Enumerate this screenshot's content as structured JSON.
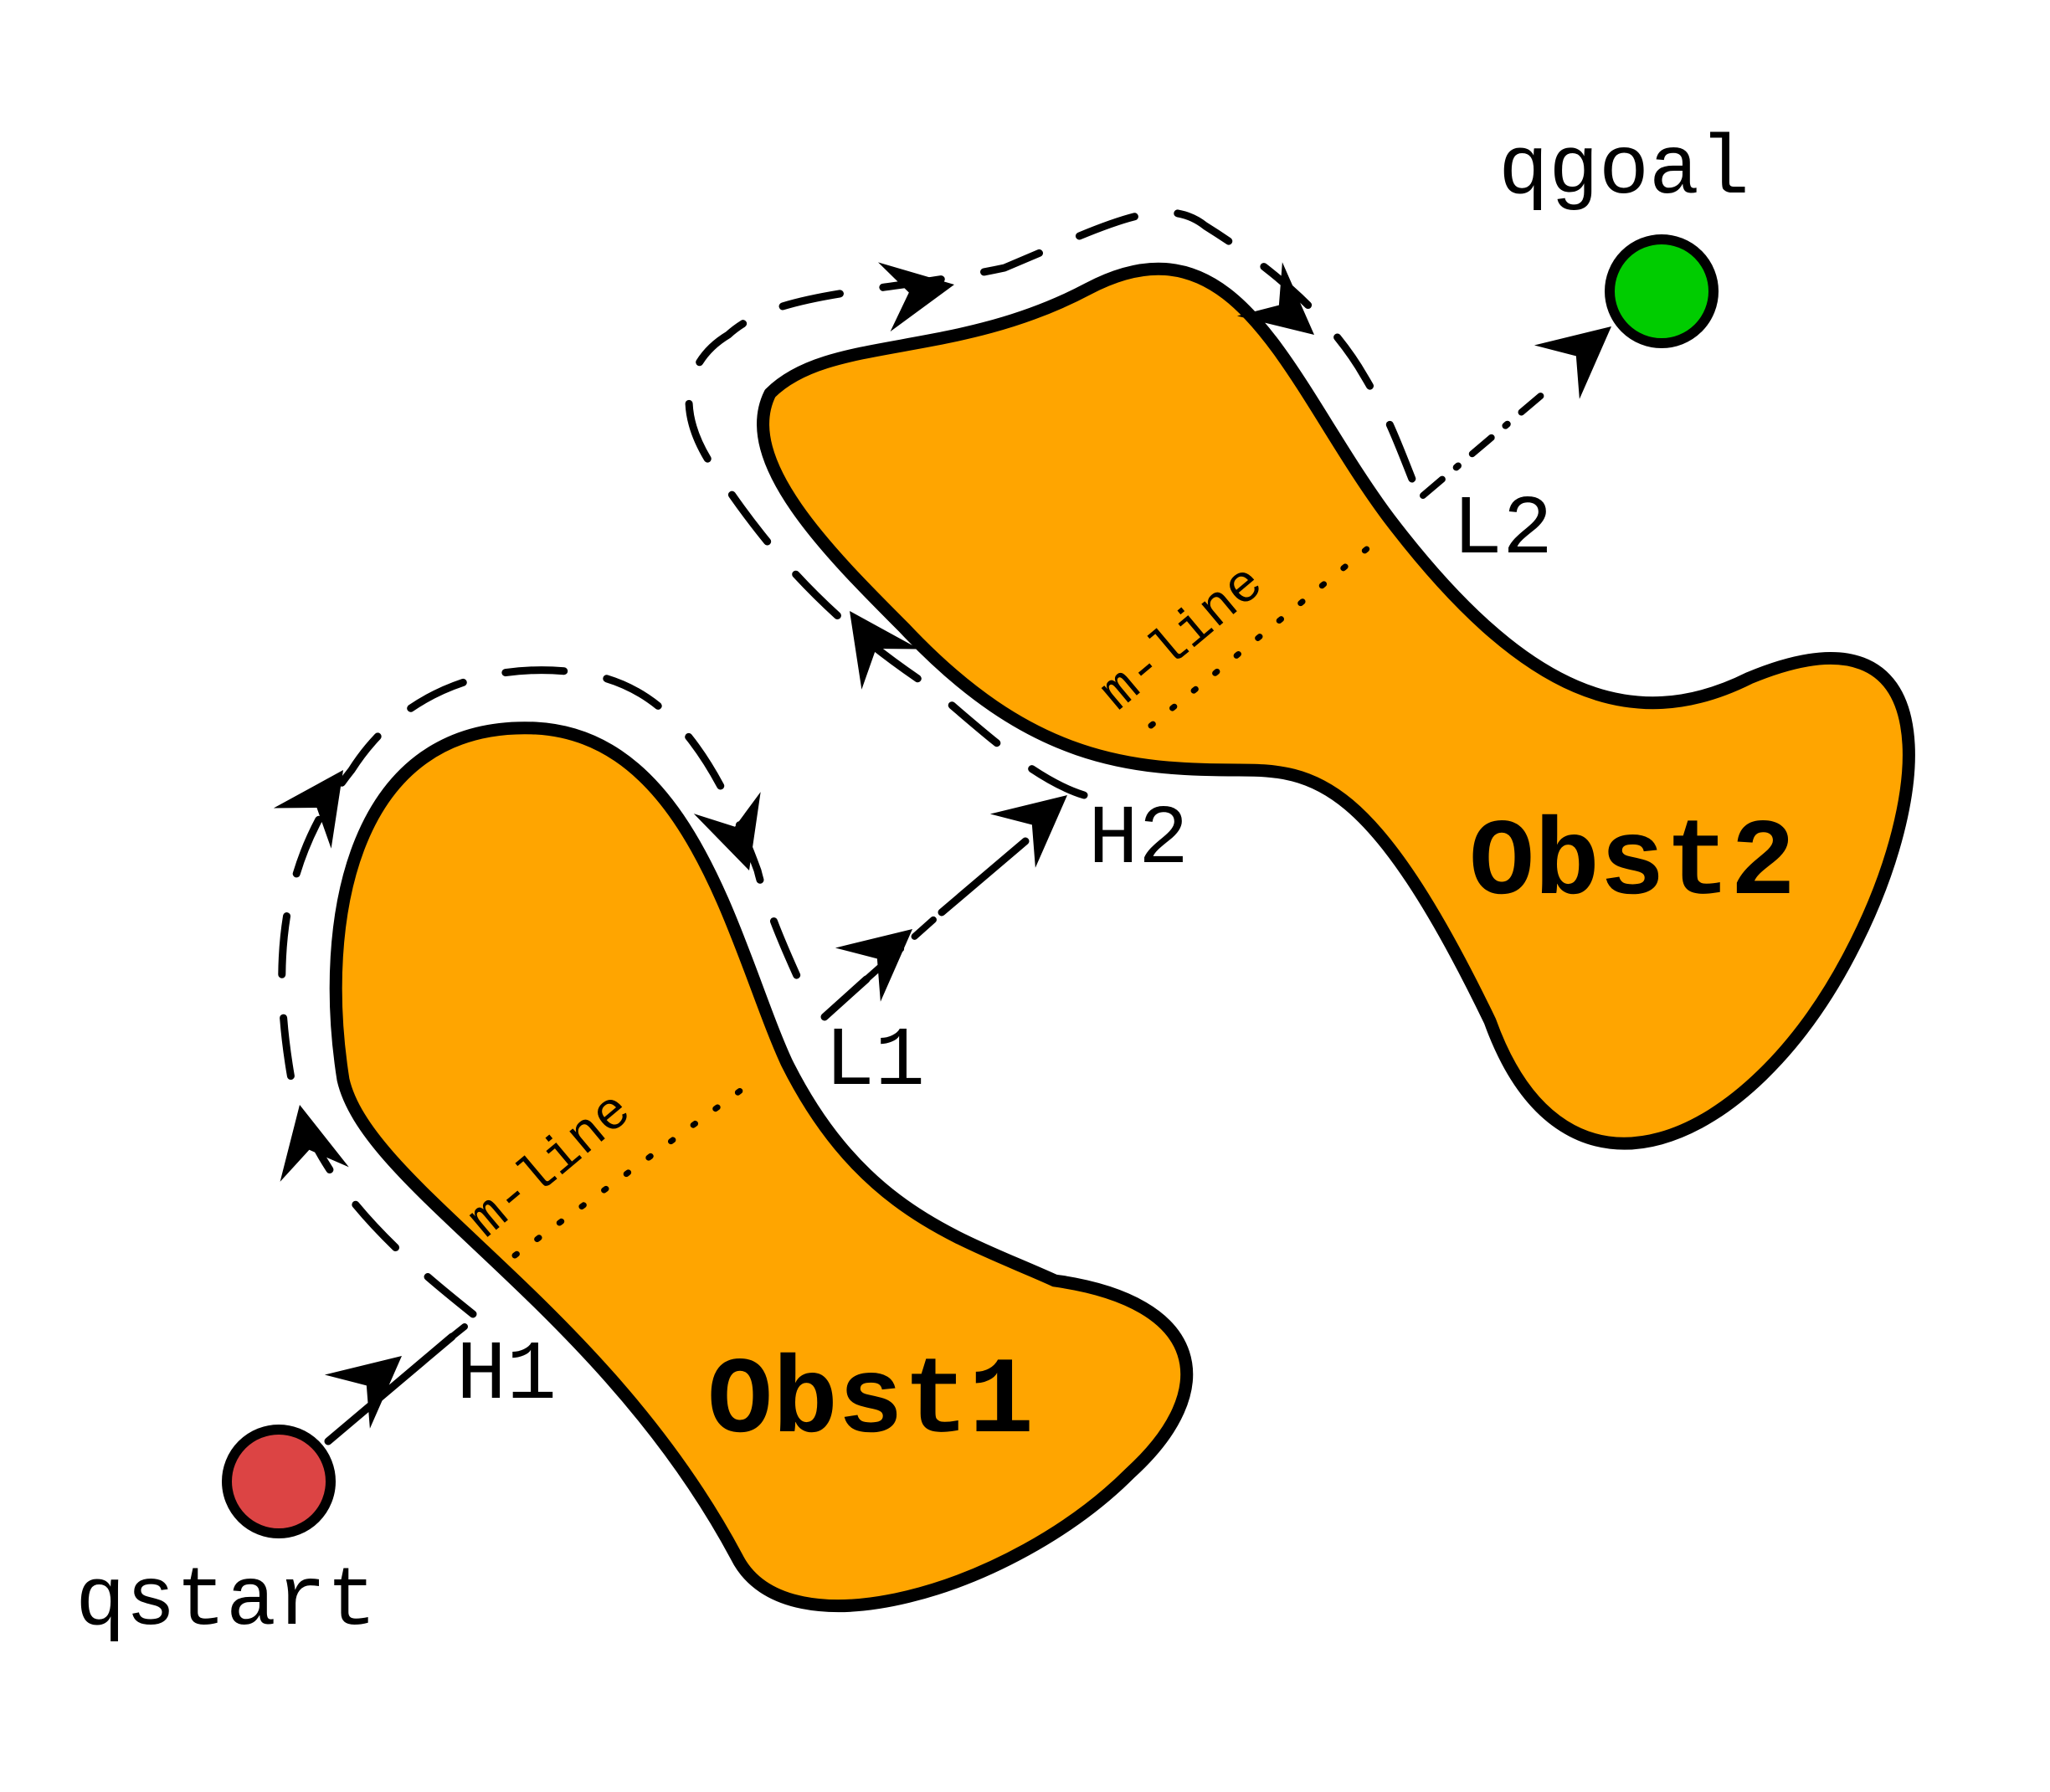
{
  "start": {
    "label": "qstart",
    "color": "#DC4444"
  },
  "goal": {
    "label": "qgoal",
    "color": "#00CC00"
  },
  "obstacles": [
    {
      "label": "Obst1",
      "color": "#FFA500"
    },
    {
      "label": "Obst2",
      "color": "#FFA500"
    }
  ],
  "points": {
    "hit1": "H1",
    "leave1": "L1",
    "hit2": "H2",
    "leave2": "L2"
  },
  "mline": {
    "label1": "m-line",
    "label2": "m-line"
  },
  "icons": [
    "arrowhead-icon"
  ]
}
